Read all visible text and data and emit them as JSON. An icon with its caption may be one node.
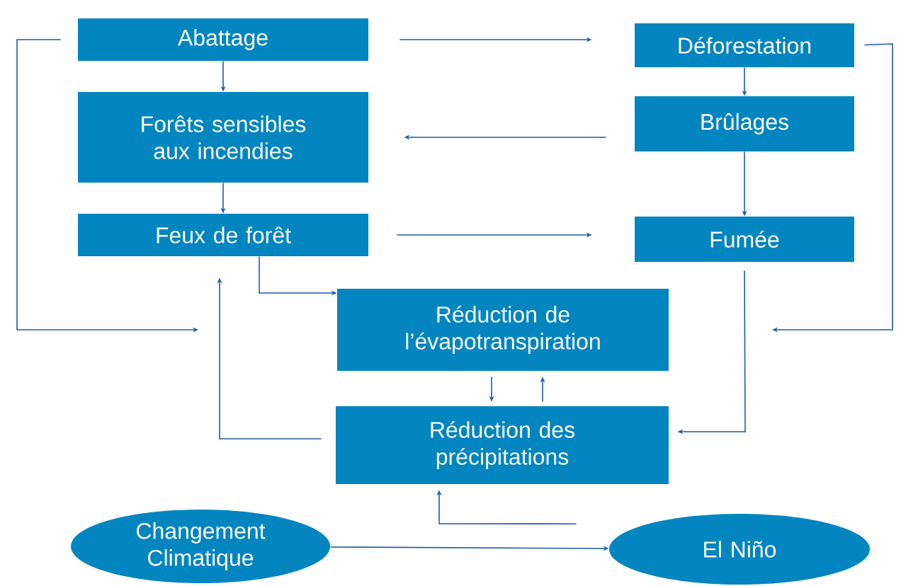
{
  "diagram": {
    "nodes": [
      {
        "text": [
          "Abattage"
        ]
      },
      {
        "text": [
          "Déforestation"
        ]
      },
      {
        "text": [
          "Forêts sensibles aux incendies"
        ]
      },
      {
        "text": [
          "Brûlages"
        ]
      },
      {
        "text": [
          "Feux de forêt"
        ]
      },
      {
        "text": [
          "Fumée"
        ]
      },
      {
        "text": [
          "Réduction de l’évapotranspiration"
        ]
      },
      {
        "text": [
          "Réduction des précipitations"
        ]
      },
      {
        "text": [
          "Changement Climatique"
        ]
      },
      {
        "text": [
          "El Niño"
        ]
      }
    ],
    "edges": [
      {
        "from": 0,
        "to": 1,
        "arrow": "to"
      },
      {
        "from": 0,
        "to": 2,
        "arrow": "to"
      },
      {
        "from": 1,
        "to": 3,
        "arrow": "to"
      },
      {
        "from": 3,
        "to": 2,
        "arrow": "to"
      },
      {
        "from": 2,
        "to": 4,
        "arrow": "to"
      },
      {
        "from": 3,
        "to": 5,
        "arrow": "to"
      },
      {
        "from": 4,
        "to": 5,
        "arrow": "to"
      },
      {
        "from": 4,
        "to": 6,
        "arrow": "to"
      },
      {
        "from": 0,
        "to": null,
        "arrow": "to"
      },
      {
        "from": 1,
        "to": null,
        "arrow": "to"
      },
      {
        "from": 5,
        "to": 7,
        "arrow": "to"
      },
      {
        "from": 6,
        "to": 7,
        "arrow": "to"
      },
      {
        "from": 7,
        "to": 6,
        "arrow": "to"
      },
      {
        "from": 7,
        "to": 4,
        "arrow": "to"
      },
      {
        "from": 9,
        "to": 7,
        "arrow": "to"
      },
      {
        "from": 8,
        "to": 9,
        "arrow": "to"
      }
    ]
  }
}
